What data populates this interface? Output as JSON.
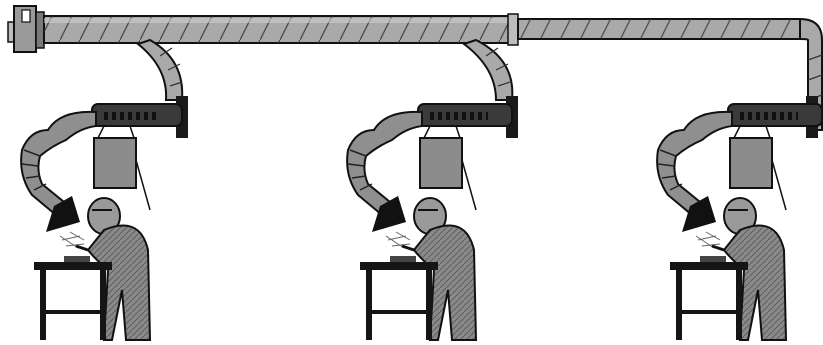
{
  "illustration": {
    "subject": "welding-fume-extraction-system",
    "stations": [
      {
        "id": "station-1"
      },
      {
        "id": "station-2"
      },
      {
        "id": "station-3"
      }
    ],
    "colors": {
      "duct_fill": "#a9a9a9",
      "duct_dark": "#6d6d6d",
      "outline": "#111111",
      "bench": "#151515",
      "panel_fill": "#8c8c8c",
      "worker_fill": "#8a8a8a",
      "background": "#ffffff"
    }
  }
}
